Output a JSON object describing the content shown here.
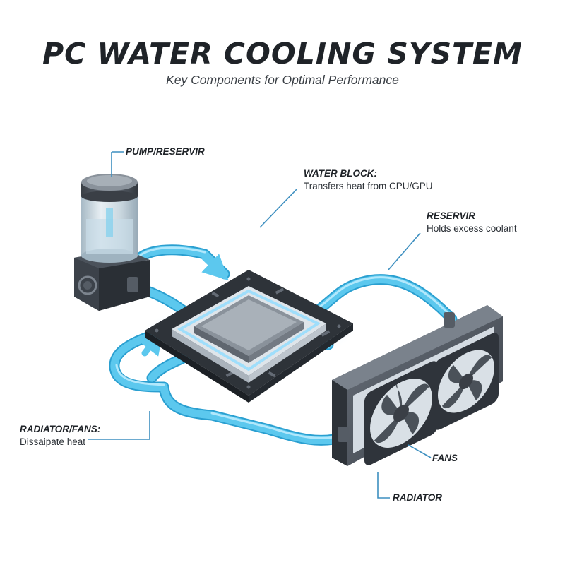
{
  "header": {
    "title": "PC WATER COOLING SYSTEM",
    "subtitle": "Key Components for Optimal Performance"
  },
  "callouts": {
    "pump_reservoir": {
      "head": "PUMP/RESERVIR"
    },
    "water_block": {
      "head": "WATER BLOCK:",
      "desc": "Transfers heat from CPU/GPU"
    },
    "reservoir": {
      "head": "RESERVIR",
      "desc": "Holds excess coolant"
    },
    "radiator_fans": {
      "head": "RADIATOR/FANS:",
      "desc": "Dissaipate heat"
    },
    "fans": {
      "head": "FANS"
    },
    "radiator": {
      "head": "RADIATOR"
    }
  },
  "colors": {
    "coolant": "#5cc8ee",
    "coolant_dark": "#2a9fd0",
    "hardware_dark": "#3b4048",
    "hardware_light": "#c9d0d8",
    "callout_line": "#3d8fc0"
  }
}
